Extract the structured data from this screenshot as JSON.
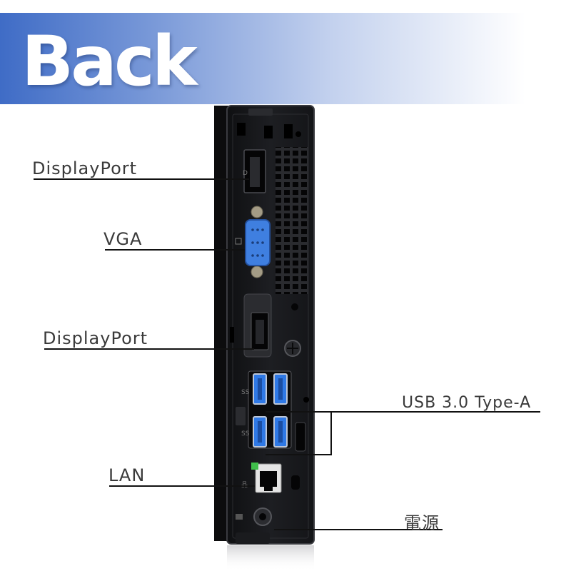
{
  "banner": {
    "title": "Back"
  },
  "ports": [
    {
      "id": "displayport-1",
      "label": "DisplayPort"
    },
    {
      "id": "vga",
      "label": "VGA"
    },
    {
      "id": "displayport-2",
      "label": "DisplayPort"
    },
    {
      "id": "usb",
      "label": "USB 3.0 Type-A"
    },
    {
      "id": "lan",
      "label": "LAN"
    },
    {
      "id": "power",
      "label": "電源"
    }
  ],
  "colors": {
    "banner_start": "#3f6cc6",
    "chassis": "#1b1c1f",
    "vga_connector": "#3f7fe0",
    "usb_connector": "#2f79e6"
  }
}
